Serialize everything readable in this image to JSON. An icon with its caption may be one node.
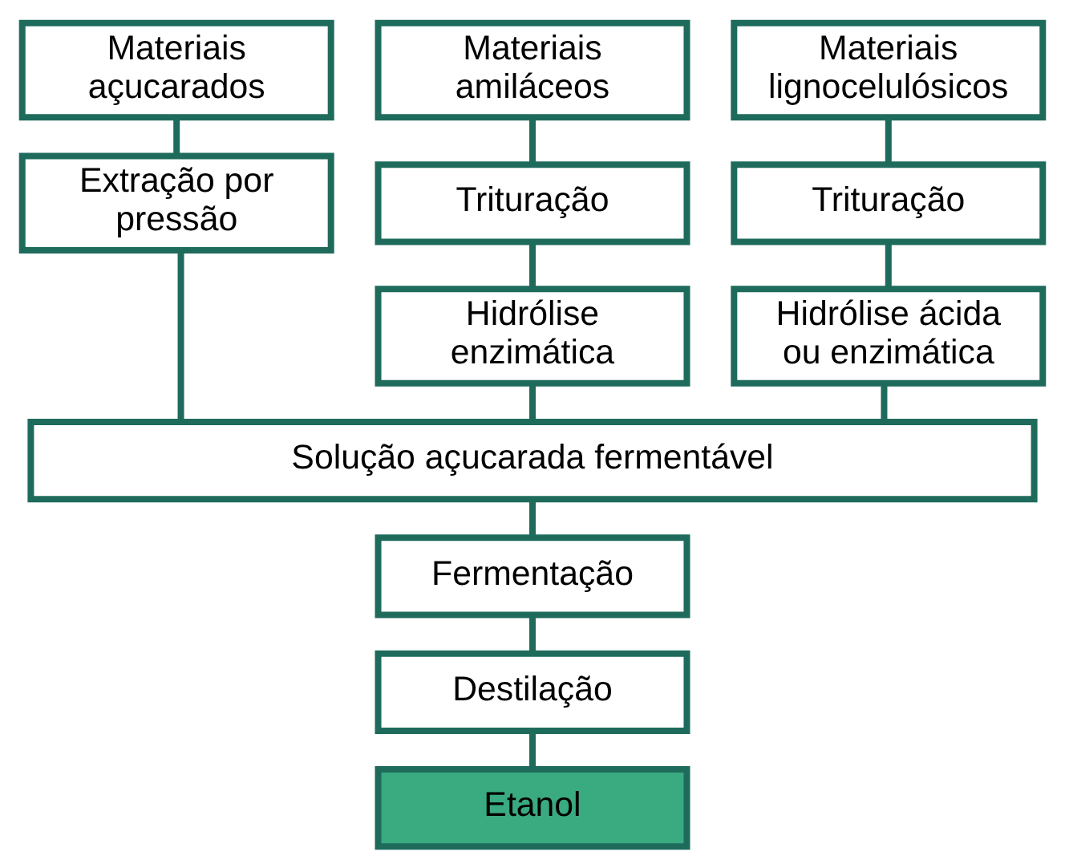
{
  "diagram": {
    "nodes": [
      {
        "text": [
          "Materiais açucarados"
        ]
      },
      {
        "text": [
          "Materiais amiláceos"
        ]
      },
      {
        "text": [
          "Materiais lignocelulósicos"
        ]
      },
      {
        "text": [
          "Extração por pressão"
        ]
      },
      {
        "text": [
          "Trituração"
        ]
      },
      {
        "text": [
          "Hidrólise enzimática"
        ]
      },
      {
        "text": [
          "Trituração"
        ]
      },
      {
        "text": [
          "Hidrólise ácida ou enzimática"
        ]
      },
      {
        "text": [
          "Solução açucarada fermentável"
        ]
      },
      {
        "text": [
          "Fermentação"
        ]
      },
      {
        "text": [
          "Destilação"
        ]
      },
      {
        "text": [
          "Etanol"
        ]
      }
    ],
    "edges": [
      {
        "from": 0,
        "to": 3,
        "arrow": "none"
      },
      {
        "from": 3,
        "to": 8,
        "arrow": "none"
      },
      {
        "from": 1,
        "to": 4,
        "arrow": "none"
      },
      {
        "from": 4,
        "to": 5,
        "arrow": "none"
      },
      {
        "from": 5,
        "to": 8,
        "arrow": "none"
      },
      {
        "from": 2,
        "to": 6,
        "arrow": "none"
      },
      {
        "from": 6,
        "to": 7,
        "arrow": "none"
      },
      {
        "from": 7,
        "to": 8,
        "arrow": "none"
      },
      {
        "from": 8,
        "to": 9,
        "arrow": "none"
      },
      {
        "from": 9,
        "to": 10,
        "arrow": "none"
      },
      {
        "from": 10,
        "to": 11,
        "arrow": "none"
      }
    ]
  }
}
